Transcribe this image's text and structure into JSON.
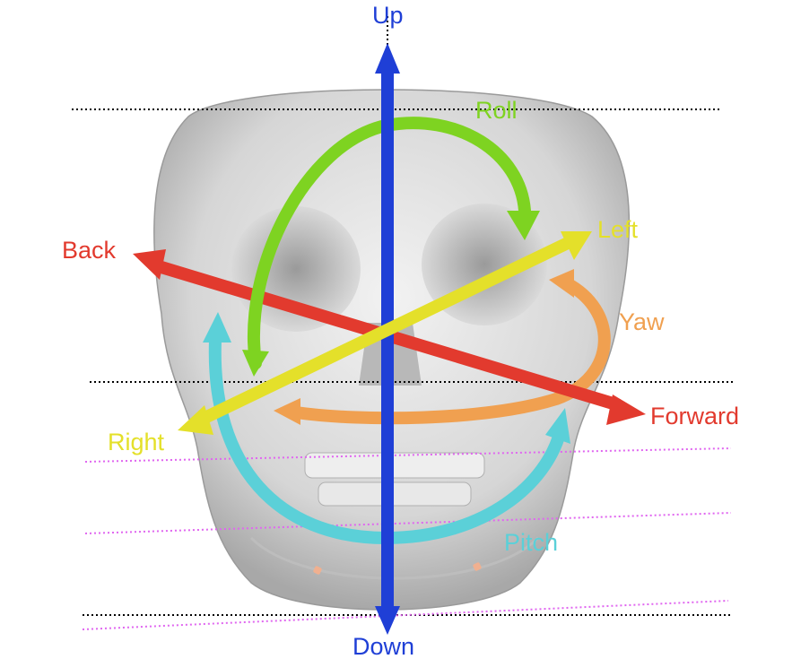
{
  "labels": {
    "up": "Up",
    "down": "Down",
    "roll": "Roll",
    "left": "Left",
    "back": "Back",
    "yaw": "Yaw",
    "forward": "Forward",
    "right": "Right",
    "pitch": "Pitch"
  },
  "colors": {
    "up_down_axis": "#1f3fd6",
    "back_forward_axis": "#e23a2e",
    "left_right_axis": "#e4e02a",
    "roll": "#7ed321",
    "yaw": "#f0a050",
    "pitch": "#5bd0d8",
    "black_guides": "#000000",
    "magenta_guides": "#e066f0",
    "skull": "#d9d9d9"
  }
}
